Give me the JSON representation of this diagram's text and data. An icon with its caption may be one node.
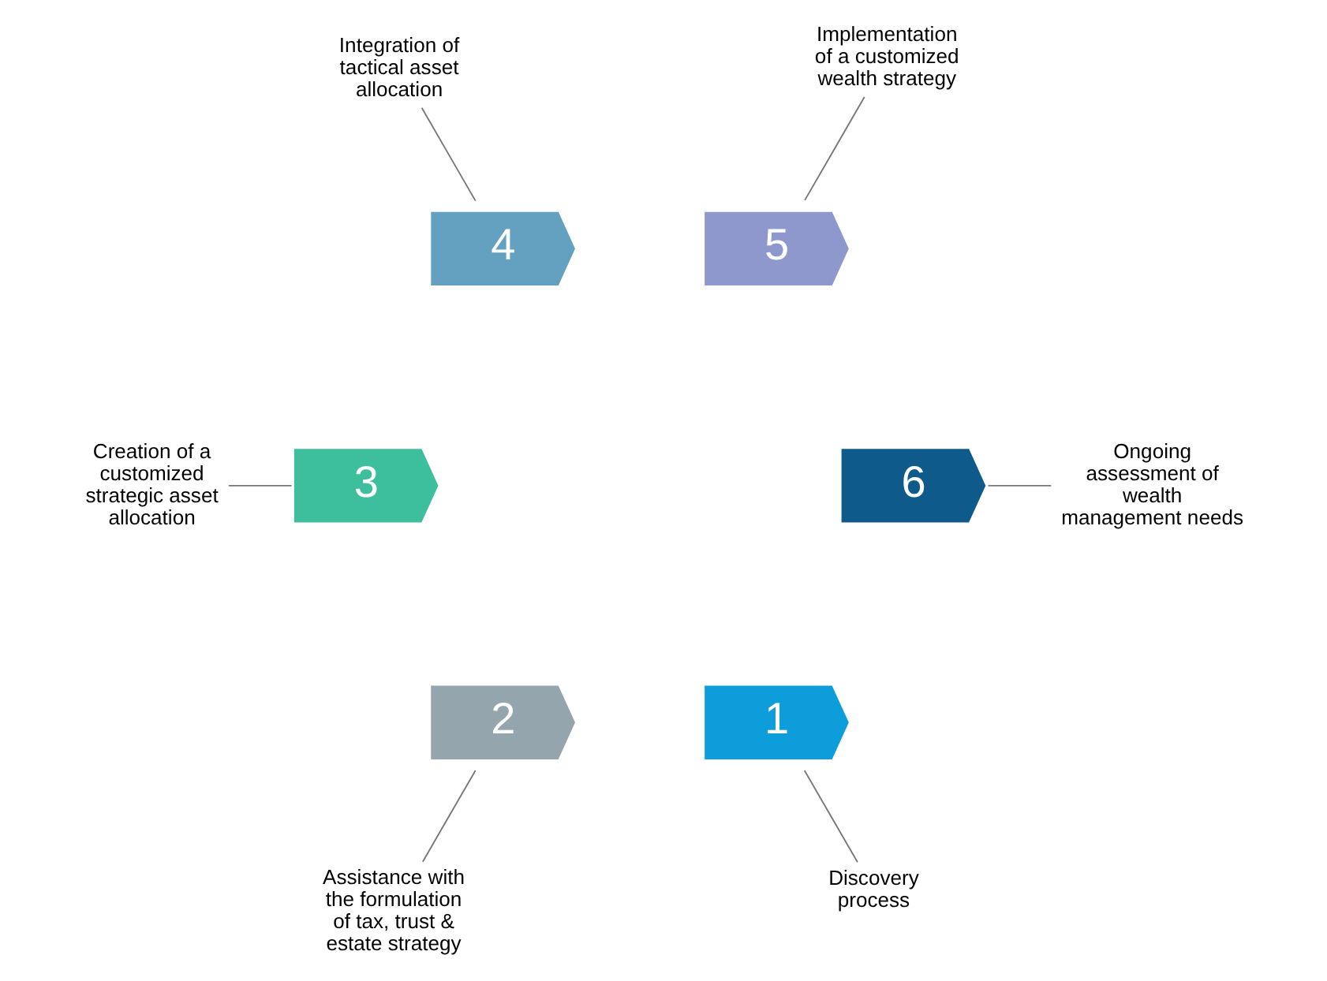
{
  "diagram": {
    "nodes": [
      {
        "text": [
          "1"
        ]
      },
      {
        "text": [
          "2"
        ]
      },
      {
        "text": [
          "3"
        ]
      },
      {
        "text": [
          "4"
        ]
      },
      {
        "text": [
          "5"
        ]
      },
      {
        "text": [
          "6"
        ]
      },
      {
        "text": [
          "Discovery process"
        ]
      },
      {
        "text": [
          "Assistance with the formulation of tax, trust & estate strategy"
        ]
      },
      {
        "text": [
          "Creation of a customized strategic asset allocation"
        ]
      },
      {
        "text": [
          "Integration of tactical asset allocation"
        ]
      },
      {
        "text": [
          "Implementation of a customized wealth strategy"
        ]
      },
      {
        "text": [
          "Ongoing assessment of wealth management needs"
        ]
      }
    ],
    "edges": [
      {
        "from": 6,
        "to": 0,
        "arrow": "none"
      },
      {
        "from": 7,
        "to": 1,
        "arrow": "none"
      },
      {
        "from": 8,
        "to": 2,
        "arrow": "none"
      },
      {
        "from": 9,
        "to": 3,
        "arrow": "none"
      },
      {
        "from": 10,
        "to": 4,
        "arrow": "none"
      },
      {
        "from": 11,
        "to": 5,
        "arrow": "none"
      }
    ]
  }
}
